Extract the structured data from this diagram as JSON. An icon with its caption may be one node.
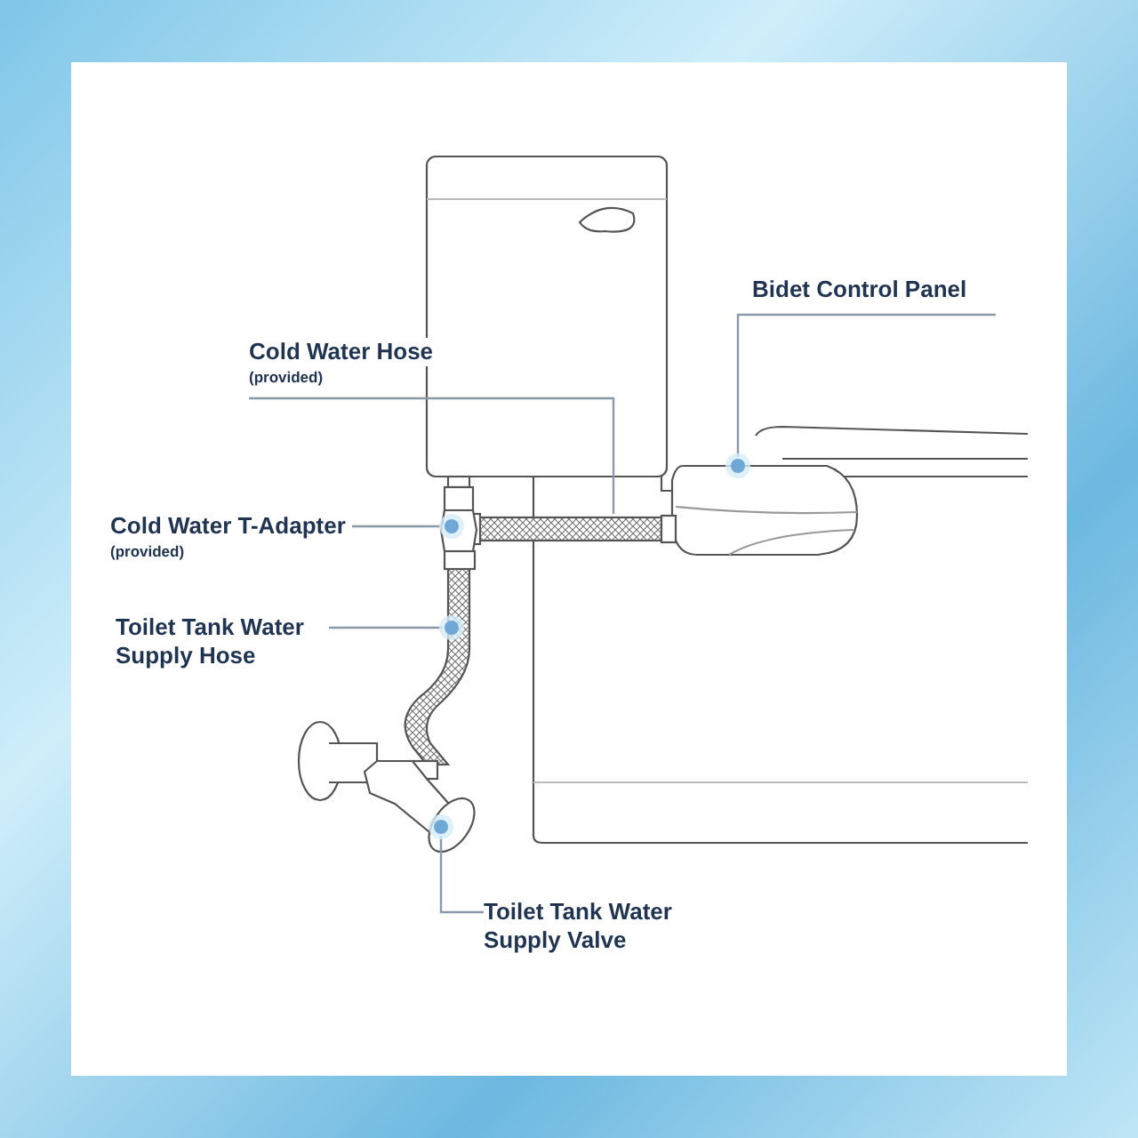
{
  "diagram": {
    "nodes": [
      {
        "text": [
          "Bidet Control Panel"
        ]
      },
      {
        "text": [
          "Cold Water Hose",
          "(provided)"
        ]
      },
      {
        "text": [
          "Cold Water T-Adapter",
          "(provided)"
        ]
      },
      {
        "text": [
          "Toilet Tank Water Supply Hose"
        ]
      },
      {
        "text": [
          "Toilet Tank Water Supply Valve"
        ]
      }
    ],
    "edges": [
      {
        "from": 0,
        "to": null,
        "arrow": "none"
      },
      {
        "from": 1,
        "to": null,
        "arrow": "none"
      },
      {
        "from": 2,
        "to": null,
        "arrow": "none"
      },
      {
        "from": 3,
        "to": null,
        "arrow": "none"
      },
      {
        "from": 4,
        "to": null,
        "arrow": "none"
      }
    ]
  }
}
